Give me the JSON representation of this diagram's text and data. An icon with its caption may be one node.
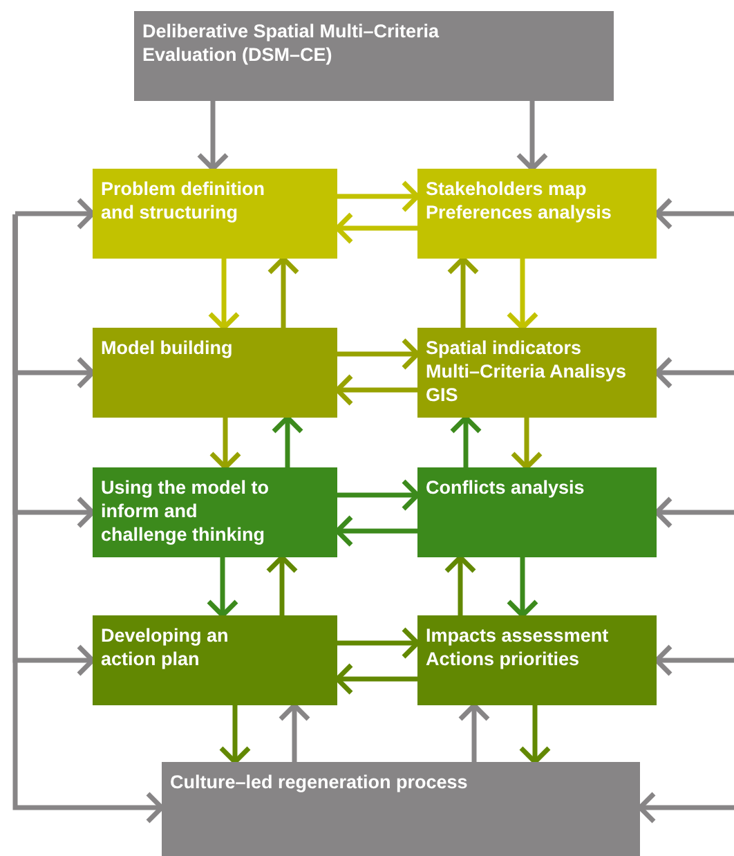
{
  "diagram": {
    "nodes": [
      {
        "text": [
          "Deliberative Spatial Multi–Criteria Evaluation (DSM–CE)"
        ]
      },
      {
        "text": [
          "Problem definition and structuring"
        ]
      },
      {
        "text": [
          "Stakeholders map",
          "Preferences analysis"
        ]
      },
      {
        "text": [
          "Model building"
        ]
      },
      {
        "text": [
          "Spatial indicators",
          "Multi–Criteria Analisys",
          "GIS"
        ]
      },
      {
        "text": [
          "Using the model to inform and challenge thinking"
        ]
      },
      {
        "text": [
          "Conflicts analysis"
        ]
      },
      {
        "text": [
          "Developing an action plan"
        ]
      },
      {
        "text": [
          "Impacts assessment",
          "Actions priorities"
        ]
      },
      {
        "text": [
          "Culture–led regeneration process"
        ]
      }
    ],
    "edges": [
      {
        "from": 0,
        "to": 1,
        "arrow": "to"
      },
      {
        "from": 0,
        "to": 2,
        "arrow": "to"
      },
      {
        "from": 1,
        "to": 2,
        "arrow": "to",
        "color": "#c2c200"
      },
      {
        "from": 2,
        "to": 1,
        "arrow": "to",
        "color": "#c2c200"
      },
      {
        "from": 1,
        "to": 3,
        "arrow": "to",
        "color": "#c2c200"
      },
      {
        "from": 3,
        "to": 1,
        "arrow": "to",
        "color": "#97a200"
      },
      {
        "from": 2,
        "to": 4,
        "arrow": "to",
        "color": "#c2c200"
      },
      {
        "from": 4,
        "to": 2,
        "arrow": "to",
        "color": "#97a200"
      },
      {
        "from": 3,
        "to": 4,
        "arrow": "to",
        "color": "#97a200"
      },
      {
        "from": 4,
        "to": 3,
        "arrow": "to",
        "color": "#97a200"
      },
      {
        "from": 3,
        "to": 5,
        "arrow": "to",
        "color": "#97a200"
      },
      {
        "from": 5,
        "to": 3,
        "arrow": "to",
        "color": "#3c8a1c"
      },
      {
        "from": 4,
        "to": 6,
        "arrow": "to",
        "color": "#97a200"
      },
      {
        "from": 6,
        "to": 4,
        "arrow": "to",
        "color": "#3c8a1c"
      },
      {
        "from": 5,
        "to": 6,
        "arrow": "to",
        "color": "#3c8a1c"
      },
      {
        "from": 6,
        "to": 5,
        "arrow": "to",
        "color": "#3c8a1c"
      },
      {
        "from": 5,
        "to": 7,
        "arrow": "to",
        "color": "#3c8a1c"
      },
      {
        "from": 7,
        "to": 5,
        "arrow": "to",
        "color": "#628802"
      },
      {
        "from": 6,
        "to": 8,
        "arrow": "to",
        "color": "#3c8a1c"
      },
      {
        "from": 8,
        "to": 6,
        "arrow": "to",
        "color": "#628802"
      },
      {
        "from": 7,
        "to": 8,
        "arrow": "to",
        "color": "#628802"
      },
      {
        "from": 8,
        "to": 7,
        "arrow": "to",
        "color": "#628802"
      },
      {
        "from": 7,
        "to": 9,
        "arrow": "to",
        "color": "#628802"
      },
      {
        "from": 9,
        "to": 7,
        "arrow": "to"
      },
      {
        "from": 8,
        "to": 9,
        "arrow": "to",
        "color": "#628802"
      },
      {
        "from": 9,
        "to": 8,
        "arrow": "to"
      },
      {
        "from": null,
        "to": 1,
        "arrow": "to"
      },
      {
        "from": null,
        "to": 3,
        "arrow": "to"
      },
      {
        "from": null,
        "to": 5,
        "arrow": "to"
      },
      {
        "from": null,
        "to": 7,
        "arrow": "to"
      },
      {
        "from": null,
        "to": 9,
        "arrow": "to"
      },
      {
        "from": null,
        "to": 2,
        "arrow": "to"
      },
      {
        "from": null,
        "to": 4,
        "arrow": "to"
      },
      {
        "from": null,
        "to": 6,
        "arrow": "to"
      },
      {
        "from": null,
        "to": 8,
        "arrow": "to"
      },
      {
        "from": null,
        "to": 9,
        "arrow": "to"
      }
    ]
  }
}
